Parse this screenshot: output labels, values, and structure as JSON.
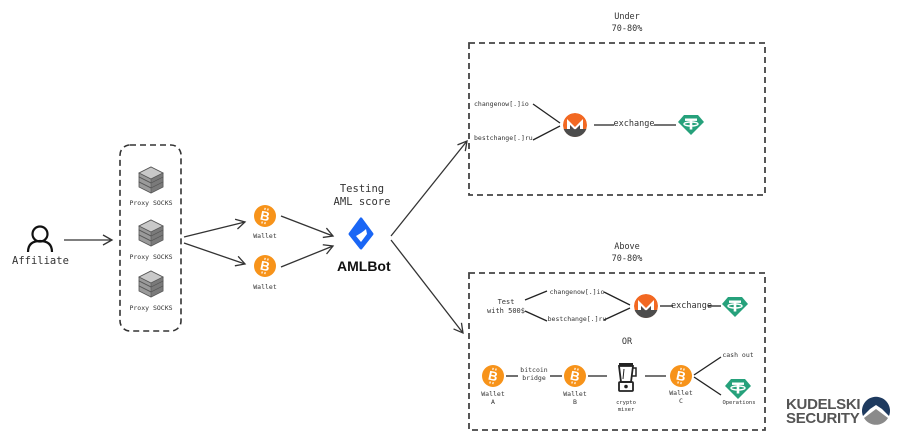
{
  "colors": {
    "bitcoin": "#F7931A",
    "monero_orange": "#F26822",
    "monero_dark": "#4C4C4C",
    "tether": "#26A17B",
    "amlbot": "#1A66F5",
    "kudelski_blue": "#1E3A5F",
    "kudelski_gray": "#8A8A8A",
    "line": "#333333"
  },
  "affiliate": {
    "icon": "user-icon",
    "label": "Affiliate"
  },
  "proxies": [
    {
      "icon": "server-stack-icon",
      "label": "Proxy SOCKS"
    },
    {
      "icon": "server-stack-icon",
      "label": "Proxy SOCKS"
    },
    {
      "icon": "server-stack-icon",
      "label": "Proxy SOCKS"
    }
  ],
  "wallets": [
    {
      "icon": "bitcoin-icon",
      "label": "Wallet"
    },
    {
      "icon": "bitcoin-icon",
      "label": "Wallet"
    }
  ],
  "amlbot": {
    "caption_line1": "Testing",
    "caption_line2": "AML score",
    "icon": "amlbot-logo-icon",
    "name": "AMLBot"
  },
  "under_box": {
    "title_line1": "Under",
    "title_line2": "70-80%",
    "sources": [
      "changenow[.]io",
      "bestchange[.]ru"
    ],
    "coin_icon": "monero-icon",
    "edge_label": "exchange",
    "target_icon": "tether-icon"
  },
  "above_box": {
    "title_line1": "Above",
    "title_line2": "70-80%",
    "test_label_line1": "Test",
    "test_label_line2": "with 500$",
    "sources": [
      "changenow[.]io",
      "bestchange[.]ru"
    ],
    "coin_icon": "monero-icon",
    "edge_label": "exchange",
    "target_icon": "tether-icon",
    "or_label": "OR",
    "chain": {
      "wallet_a": {
        "line1": "Wallet",
        "line2": "A"
      },
      "bridge": {
        "line1": "bitcoin",
        "line2": "bridge"
      },
      "wallet_b": {
        "line1": "Wallet",
        "line2": "B"
      },
      "mixer": {
        "icon": "blender-mixer-icon",
        "line1": "crypto",
        "line2": "mixer"
      },
      "wallet_c": {
        "line1": "Wallet",
        "line2": "C"
      },
      "cash_out": "cash out",
      "operations": "Operations"
    }
  },
  "branding": {
    "line1": "KUDELSKI",
    "line2": "SECURITY",
    "icon": "kudelski-logo-icon"
  }
}
